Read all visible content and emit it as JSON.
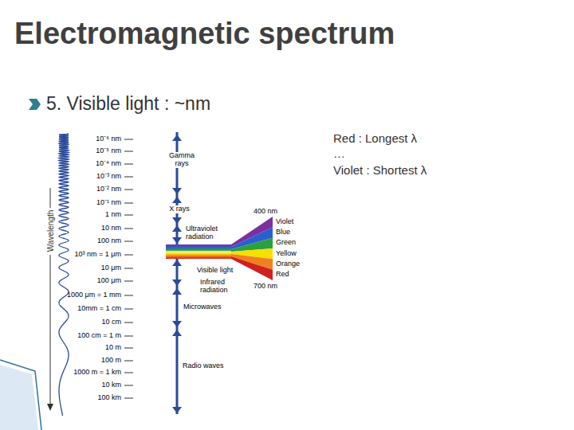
{
  "diagram": {
    "title": "Electromagnetic spectrum",
    "labels": [
      "5. Visible light : ~nm",
      "Red : Longest λ",
      "…",
      "Violet : Shortest λ",
      "Wavelength",
      "10⁻⁶ nm",
      "10⁻⁵ nm",
      "10⁻⁴ nm",
      "10⁻³ nm",
      "10⁻² nm",
      "10⁻¹ nm",
      "1 nm",
      "10 nm",
      "100 nm",
      "10³ nm = 1 μm",
      "10 μm",
      "100 μm",
      "1000 μm = 1 mm",
      "10mm = 1 cm",
      "10 cm",
      "100 cm = 1 m",
      "10 m",
      "100 m",
      "1000 m = 1 km",
      "10 km",
      "100 km",
      "Gamma rays",
      "X rays",
      "Ultraviolet radiation",
      "Visible light",
      "Infrared radiation",
      "Microwaves",
      "Radio waves",
      "400 nm",
      "Violet",
      "Blue",
      "Green",
      "Yellow",
      "Orange",
      "Red",
      "700 nm"
    ]
  }
}
